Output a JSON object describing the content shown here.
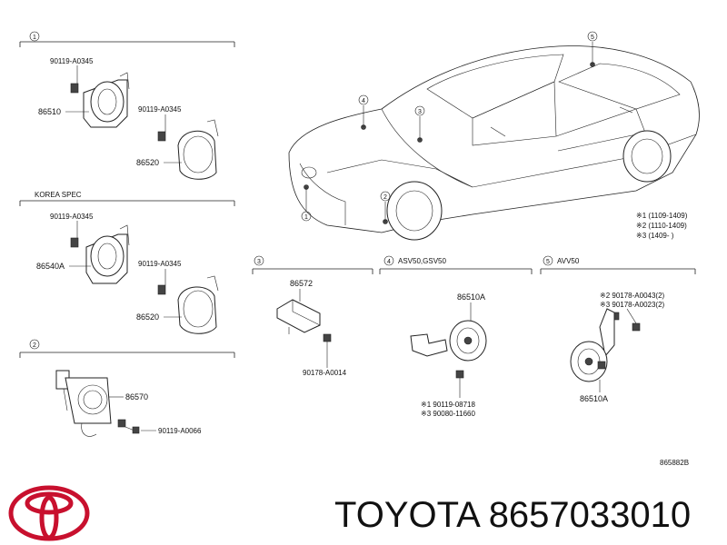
{
  "sections": [
    {
      "num": "1",
      "title": ""
    },
    {
      "num": "2",
      "title": ""
    },
    {
      "num": "3",
      "title": ""
    },
    {
      "num": "4",
      "title": "ASV50,GSV50"
    },
    {
      "num": "5",
      "title": "AVV50"
    }
  ],
  "korea_spec": "KOREA SPEC",
  "section1": {
    "bolt_a": "90119-A0345",
    "part_a": "86510",
    "bolt_b": "90119-A0345",
    "part_b": "86520",
    "bolt_c": "90119-A0345",
    "part_c": "86540A",
    "bolt_d": "90119-A0345",
    "part_d": "86520"
  },
  "section2": {
    "part": "86570",
    "bolt": "90119-A0066"
  },
  "section3": {
    "part": "86572",
    "bolt": "90178-A0014"
  },
  "section4": {
    "part": "86510A",
    "note1": "※1 90119-08718",
    "note3": "※3 90080-11660"
  },
  "section5": {
    "note2": "※2 90178-A0043(2)",
    "note3": "※3 90178-A0023(2)",
    "part": "86510A"
  },
  "car_callouts": [
    "1",
    "2",
    "3",
    "4",
    "5"
  ],
  "legend": [
    "※1 (1109-1409)",
    "※2 (1110-1409)",
    "※3 (1409-       )"
  ],
  "diagram_code": "865882B",
  "footer": {
    "brand": "TOYOTA",
    "part_number": "8657033010"
  }
}
